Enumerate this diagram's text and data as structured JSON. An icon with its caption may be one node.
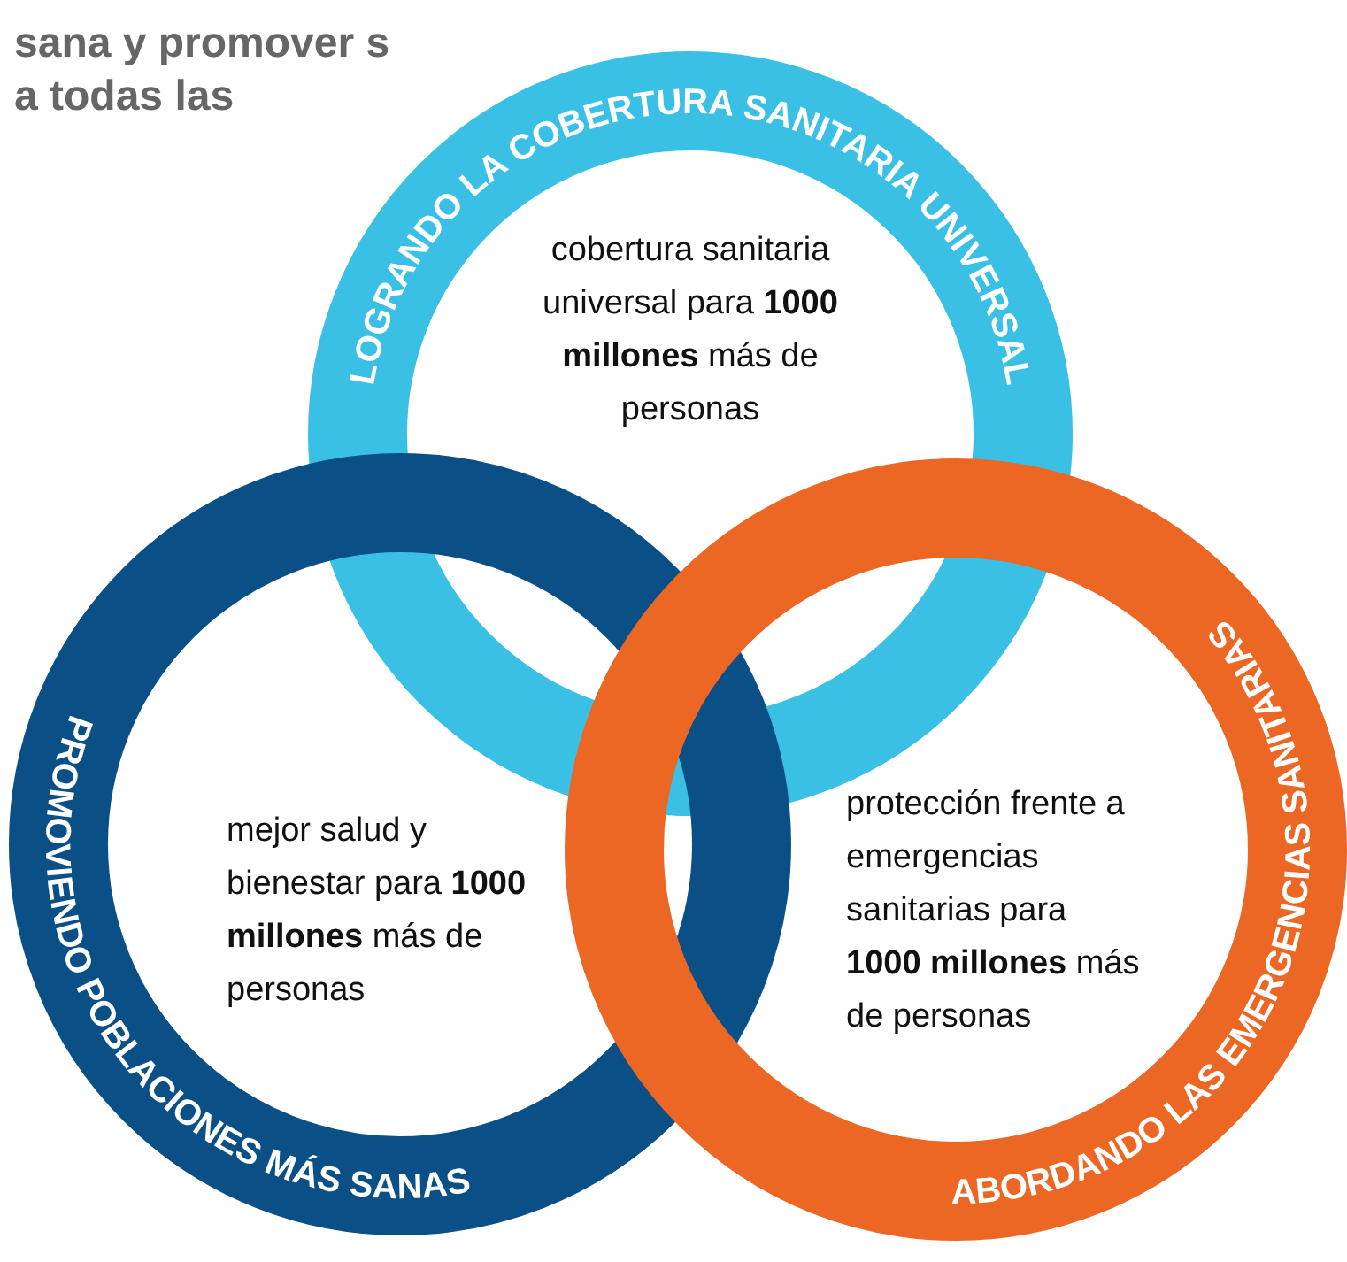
{
  "diagram": {
    "nodes": [
      {
        "text": [
          "LOGRANDO LA COBERTURA SANITARIA UNIVERSAL",
          "cobertura sanitaria universal para **1000 millones** más de personas"
        ]
      },
      {
        "text": [
          "PROMOVIENDO POBLACIONES MÁS SANAS",
          "mejor salud y bienestar para **1000 millones** más de personas"
        ]
      },
      {
        "text": [
          "ABORDANDO LAS EMERGENCIAS SANITARIAS",
          "protección frente a emergencias sanitarias para **1000 millones** más de personas"
        ]
      }
    ],
    "labels": [
      "sana y promover s a todas las"
    ]
  }
}
